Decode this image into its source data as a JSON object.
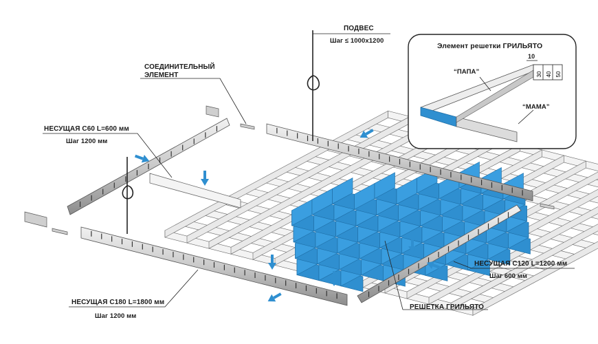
{
  "labels": {
    "hanger_title": "ПОДВЕС",
    "hanger_step": "Шаг ≤ 1000x1200",
    "connector_line1": "СОЕДИНИТЕЛЬНЫЙ",
    "connector_line2": "ЭЛЕМЕНТ",
    "c60_title": "НЕСУЩАЯ С60 L=600 мм",
    "c60_step": "Шаг 1200 мм",
    "c120_title": "НЕСУЩАЯ С120 L=1200 мм",
    "c120_step": "Шаг 600 мм",
    "c180_title": "НЕСУЩАЯ С180 L=1800 мм",
    "c180_step": "Шаг 1200 мм",
    "grid_title": "РЕШЕТКА ГРИЛЬЯТО"
  },
  "inset": {
    "title": "Элемент решетки ГРИЛЬЯТО",
    "papa": "“ПАПА”",
    "mama": "“МАМА”",
    "width_dim": "10",
    "heights": [
      "30",
      "40",
      "50"
    ]
  },
  "colors": {
    "accent_blue": "#2f8fd0",
    "metal_light": "#e4e4e4",
    "metal_dark": "#8a8a8a",
    "line": "#1a1a1a"
  }
}
